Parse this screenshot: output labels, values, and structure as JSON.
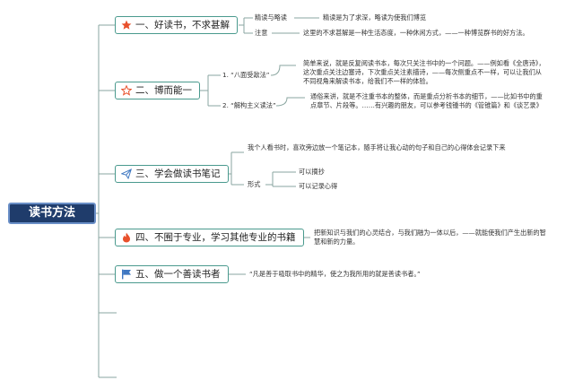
{
  "root": "读书方法",
  "branches": {
    "b1": {
      "title": "一、好读书，不求甚解",
      "icon": "star-icon",
      "items": [
        {
          "label": "精读与略读",
          "text": "精读是为了求深，略读为使我们博览"
        },
        {
          "label": "注意",
          "text": "这里的不求甚解是一种生活态度，一种休闲方式，——一种博览群书的好方法。"
        }
      ]
    },
    "b2": {
      "title": "二、博而能一",
      "icon": "star-outline-icon",
      "items": [
        {
          "label": "1. “八面受敌法”",
          "text": "简单来说，就是反复阅读书本，每次只关注书中的一个问题。——例如看《全唐诗》，这次重点关注边塞诗，下次重点关注素描诗，——每次侧重点不一样，可以让我们从不同视角来解读书本，给我们不一样的体验。"
        },
        {
          "label": "2. “解构主义读法”",
          "text": "通俗来讲，就是不注重书本的整体，而是重点分析书本的细节，——比如书中的重点章节、片段等。……有兴趣的朋友，可以参考钱锺书的《管锥篇》和《谈艺录》"
        }
      ]
    },
    "b3": {
      "title": "三、学会做读书笔记",
      "icon": "paper-plane-icon",
      "intro": "我个人看书时，喜欢旁边放一个笔记本，随手将让我心动的句子和自己的心得体会记录下来",
      "form_label": "形式",
      "forms": [
        "可以摘抄",
        "可以记录心得"
      ]
    },
    "b4": {
      "title": "四、不囿于专业，学习其他专业的书籍",
      "icon": "flame-icon",
      "text": "把新知识与我们的心灵结合，与我们融为一体以后，——就能使我们产生出新的智慧和新的力量。"
    },
    "b5": {
      "title": "五、做一个善读书者",
      "icon": "flag-icon",
      "text": "“凡是善于吸取书中的精华，使之为我所用的就是善读书者。”"
    }
  },
  "colors": {
    "root_bg": "#1f3c6b",
    "branch_border": "#4a9a8e",
    "connector": "#8aa6a0",
    "star": "#e8502b",
    "flame": "#e8502b",
    "plane": "#3f78c2",
    "flag": "#3f78c2"
  }
}
